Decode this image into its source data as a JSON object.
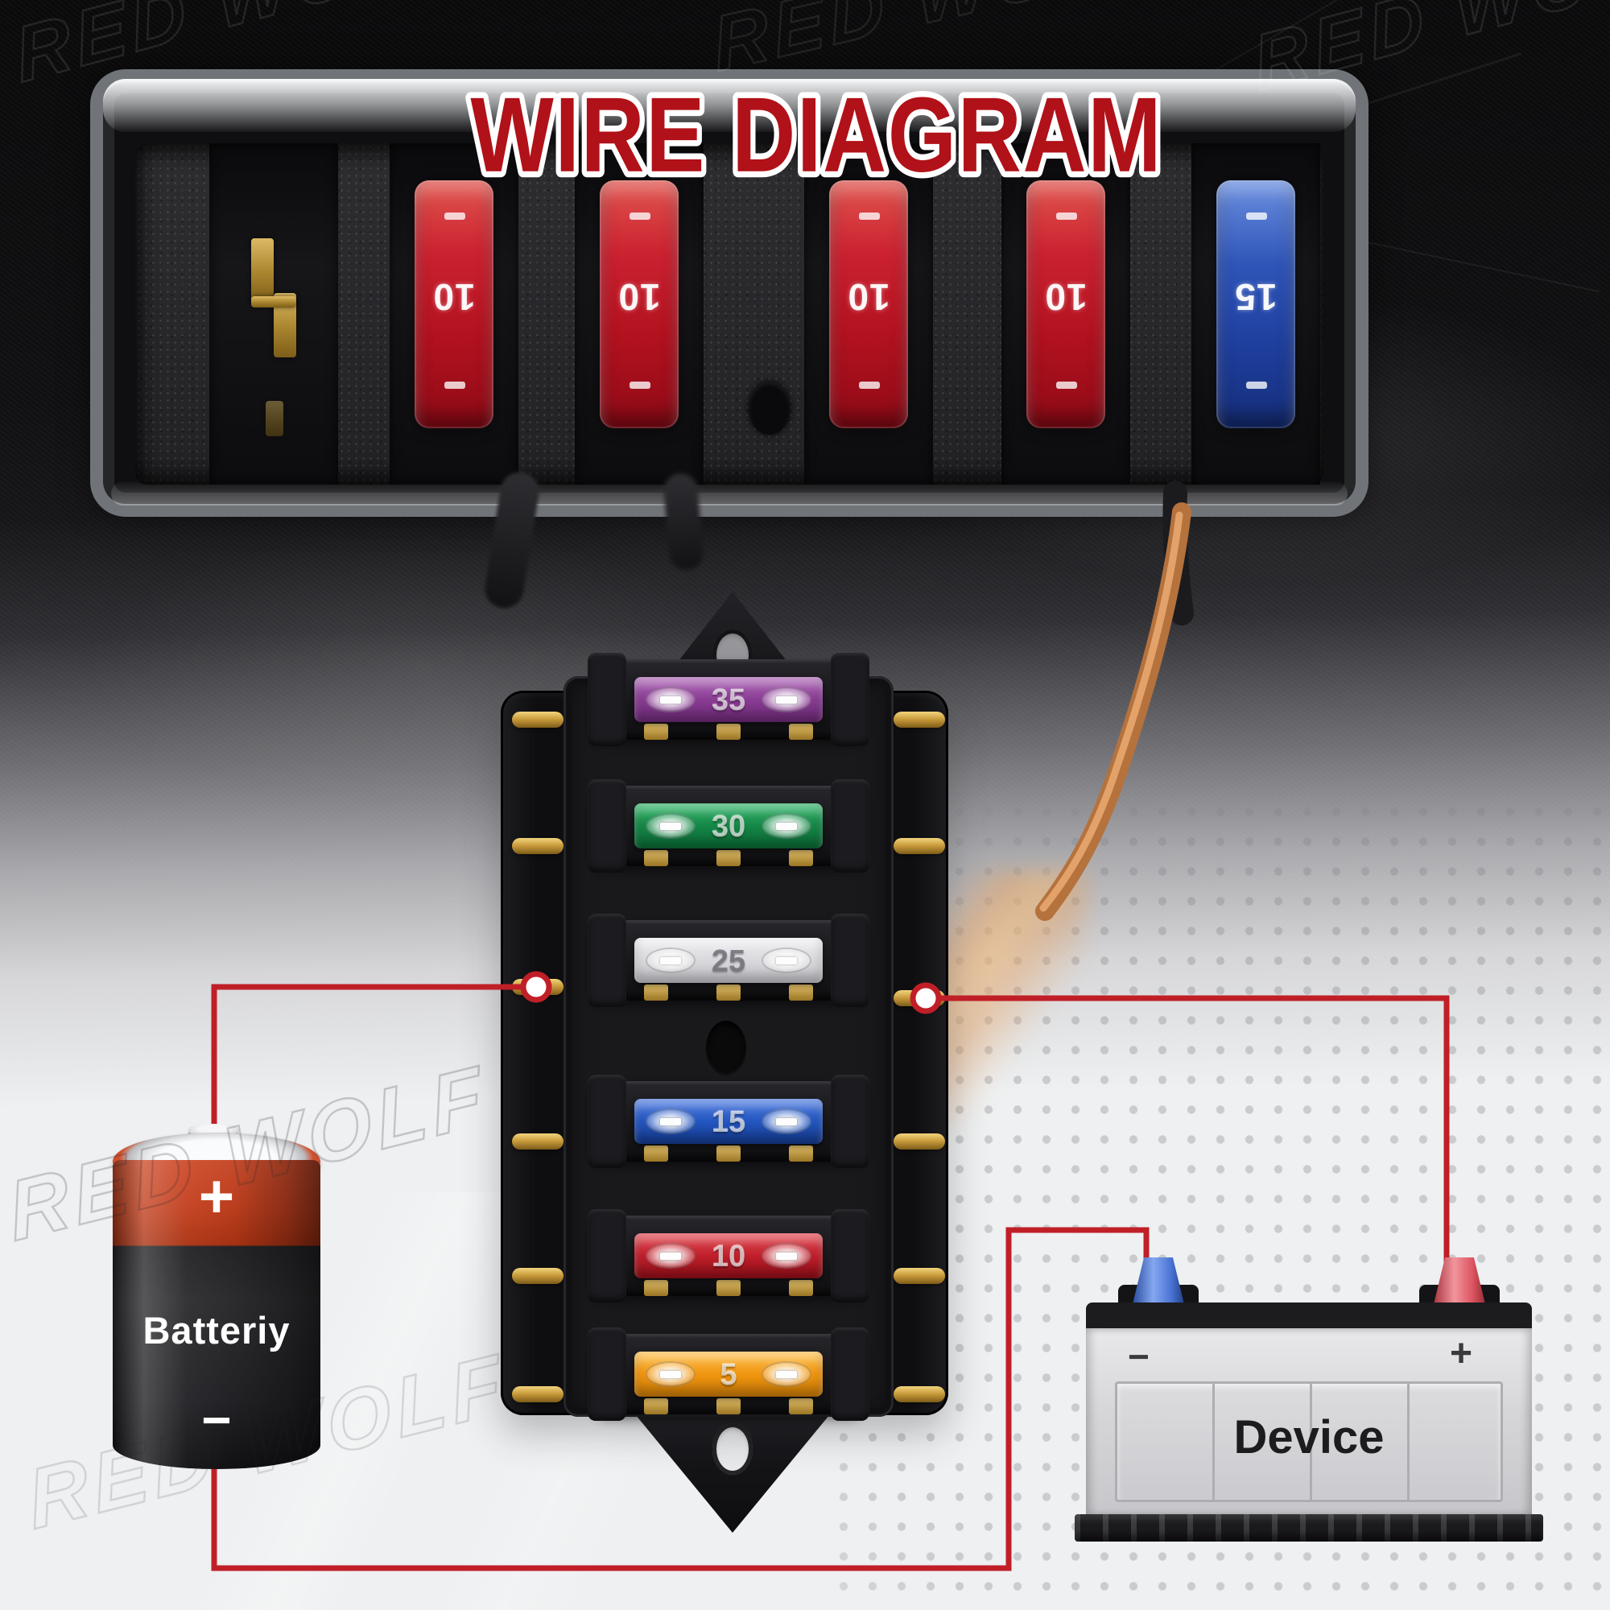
{
  "title": "WIRE DIAGRAM",
  "watermark_text": "RED WOLF",
  "colors": {
    "title_red": "#b11118",
    "wire_red": "#c01f27",
    "background_light": "#eef0f1",
    "background_dark": "#0a0a0b",
    "fuse_purple": "#8a3c94",
    "fuse_green": "#148746",
    "fuse_clear": "#d9d9dd",
    "fuse_blue": "#2356c0",
    "fuse_red": "#c01f2b",
    "fuse_orange": "#f0950f",
    "photo_fuse_red": "#c21b26",
    "photo_fuse_blue": "#2f55b8"
  },
  "top_photo": {
    "slots": [
      {
        "type": "empty-terminal",
        "label": ""
      },
      {
        "type": "fuse-red",
        "label": "10"
      },
      {
        "type": "fuse-red",
        "label": "10"
      },
      {
        "type": "fuse-red",
        "label": "10"
      },
      {
        "type": "fuse-red",
        "label": "10"
      },
      {
        "type": "fuse-blue",
        "label": "15"
      }
    ]
  },
  "fuse_block": {
    "fuses": [
      {
        "amps": "35",
        "color": "purple"
      },
      {
        "amps": "30",
        "color": "green"
      },
      {
        "amps": "25",
        "color": "clear"
      },
      {
        "amps": "15",
        "color": "blue"
      },
      {
        "amps": "10",
        "color": "red"
      },
      {
        "amps": "5",
        "color": "orange"
      }
    ]
  },
  "battery": {
    "label": "Batteriy",
    "positive": "+",
    "negative": "−"
  },
  "device": {
    "label": "Device",
    "negative": "−",
    "positive": "+"
  }
}
